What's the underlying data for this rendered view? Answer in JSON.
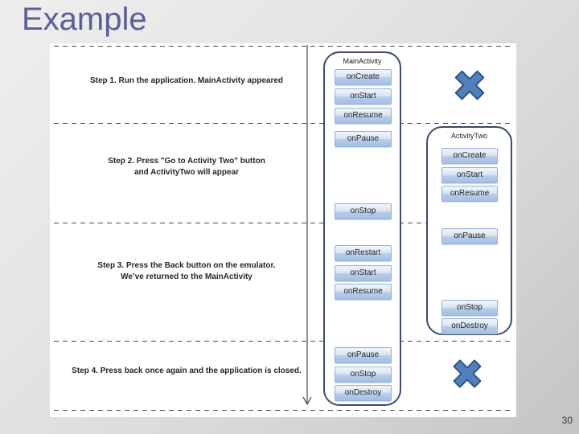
{
  "slide": {
    "title": "Example",
    "page_number": "30"
  },
  "diagram": {
    "main_activity": {
      "title": "MainActivity",
      "events": [
        "onCreate",
        "onStart",
        "onResume",
        "onPause",
        "onStop",
        "onRestart",
        "onStart",
        "onResume",
        "onPause",
        "onStop",
        "onDestroy"
      ]
    },
    "activity_two": {
      "title": "ActivityTwo",
      "events": [
        "onCreate",
        "onStart",
        "onResume",
        "onPause",
        "onStop",
        "onDestroy"
      ]
    },
    "steps": [
      {
        "lines": [
          "Step 1. Run the application. MainActivity appeared"
        ]
      },
      {
        "lines": [
          "Step 2. Press \"Go to Activity Two\" button",
          "and ActivityTwo will appear"
        ]
      },
      {
        "lines": [
          "Step 3. Press the Back button on the emulator.",
          "We’ve returned to the MainActivity"
        ]
      },
      {
        "lines": [
          "Step 4. Press back once again and the application is closed."
        ]
      }
    ],
    "colors": {
      "title_text": "#5b5f9b",
      "button_fill_top": "#eef4fb",
      "button_fill_bottom": "#a5bfe4",
      "button_border": "#95b3d7",
      "container_border": "#3c4c6a",
      "x_mark_fill": "#4e81bd",
      "x_mark_outline": "#2f5280",
      "dashed_line": "#4b4b4b"
    }
  }
}
